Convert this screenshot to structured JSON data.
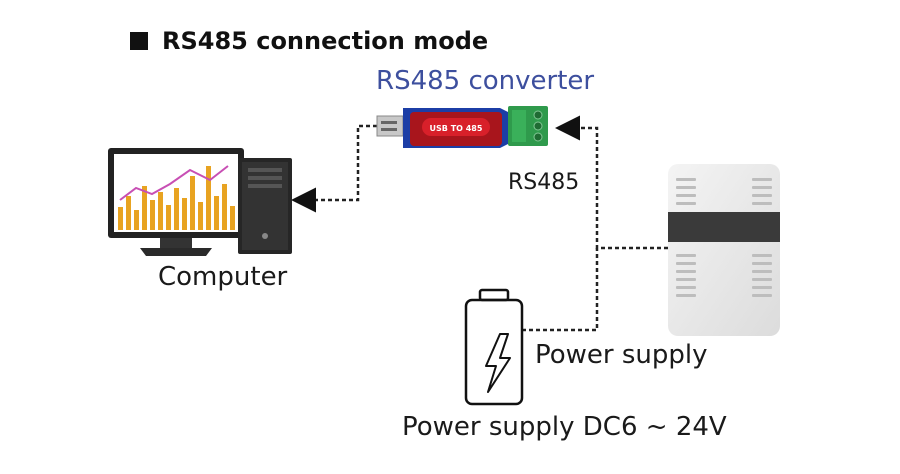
{
  "title": "RS485 connection mode",
  "nodes": {
    "converter": {
      "label": "RS485 converter",
      "device_text": "USB TO 485"
    },
    "computer": {
      "label": "Computer"
    },
    "power": {
      "label": "Power supply",
      "spec": "Power supply DC6 ~ 24V"
    }
  },
  "connections": {
    "bus_label": "RS485"
  },
  "colors": {
    "converter_label": "#3d4f9e",
    "converter_body": "#1c3ea6",
    "converter_red": "#d8202a",
    "terminal_green": "#2f9a4c",
    "chart_bar": "#e8a321",
    "chart_line": "#c84fb4"
  }
}
